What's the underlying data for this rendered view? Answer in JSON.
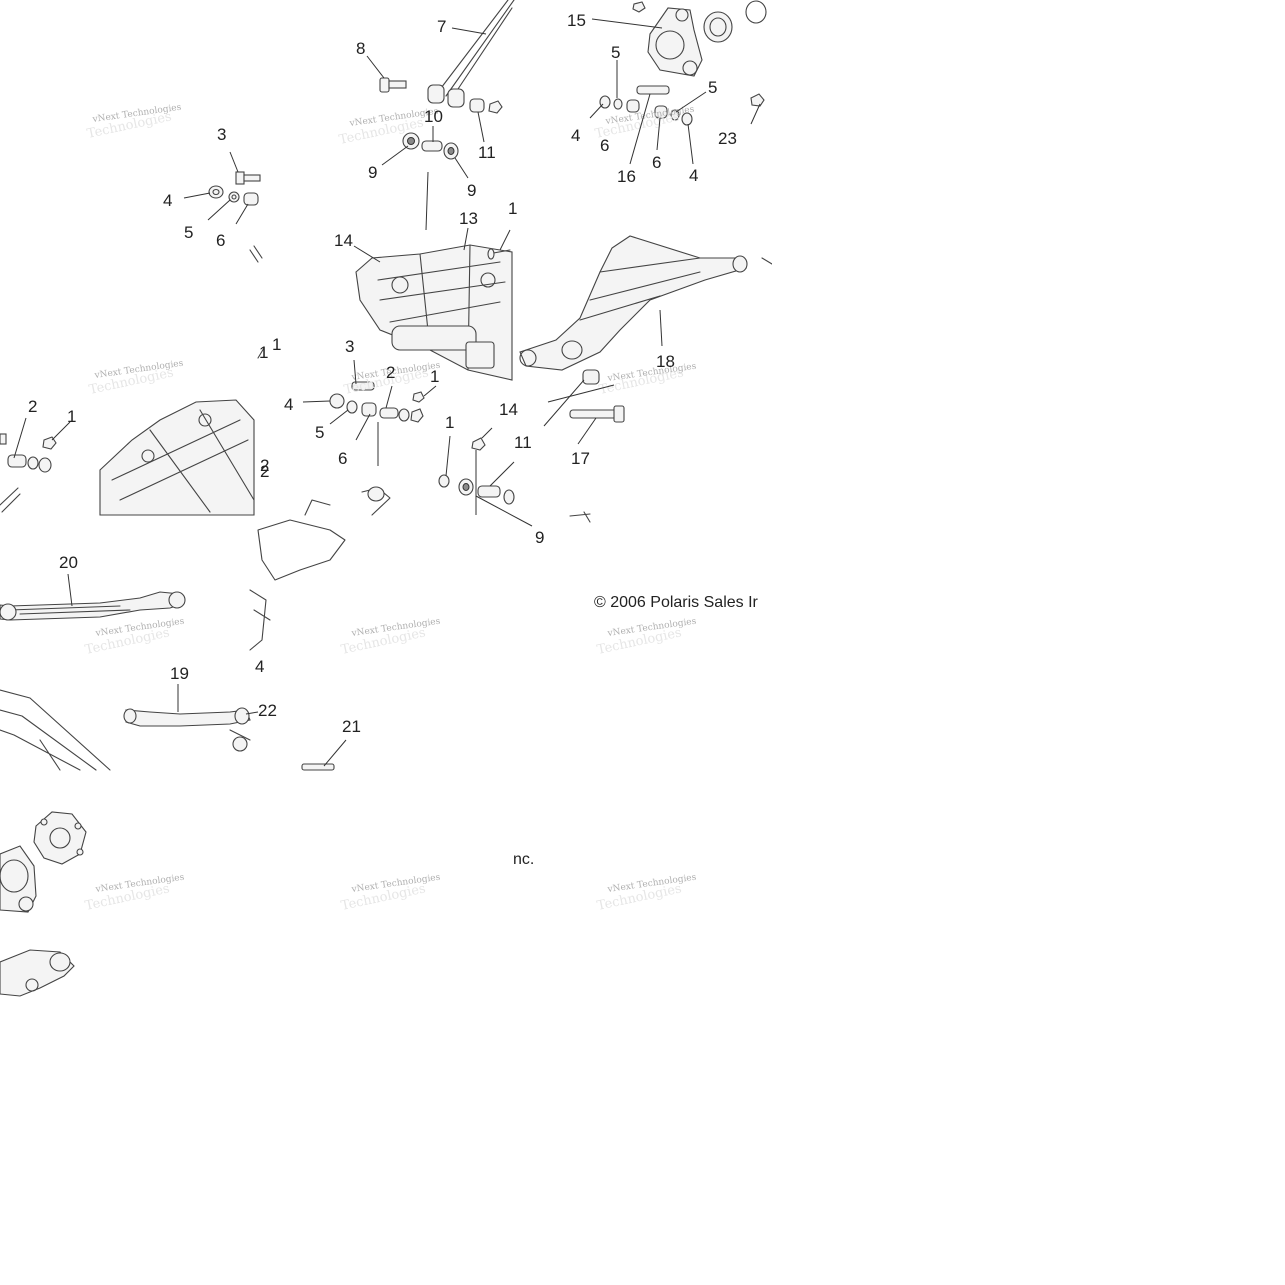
{
  "callouts": [
    "7",
    "15",
    "8",
    "5",
    "5",
    "10",
    "4",
    "6",
    "23",
    "11",
    "9",
    "9",
    "16",
    "6",
    "4",
    "3",
    "4",
    "5",
    "6",
    "14",
    "13",
    "1",
    "1",
    "18",
    "3",
    "2",
    "1",
    "4",
    "5",
    "2",
    "6",
    "1",
    "2",
    "1",
    "1",
    "14",
    "11",
    "17",
    "2",
    "9",
    "20",
    "19",
    "22",
    "21",
    "4"
  ],
  "copyright_lines": [
    "© 2006 Polaris Sales Ir",
    "nc."
  ],
  "watermark": {
    "line1": "vNext Technologies",
    "line2": "Technologies"
  }
}
